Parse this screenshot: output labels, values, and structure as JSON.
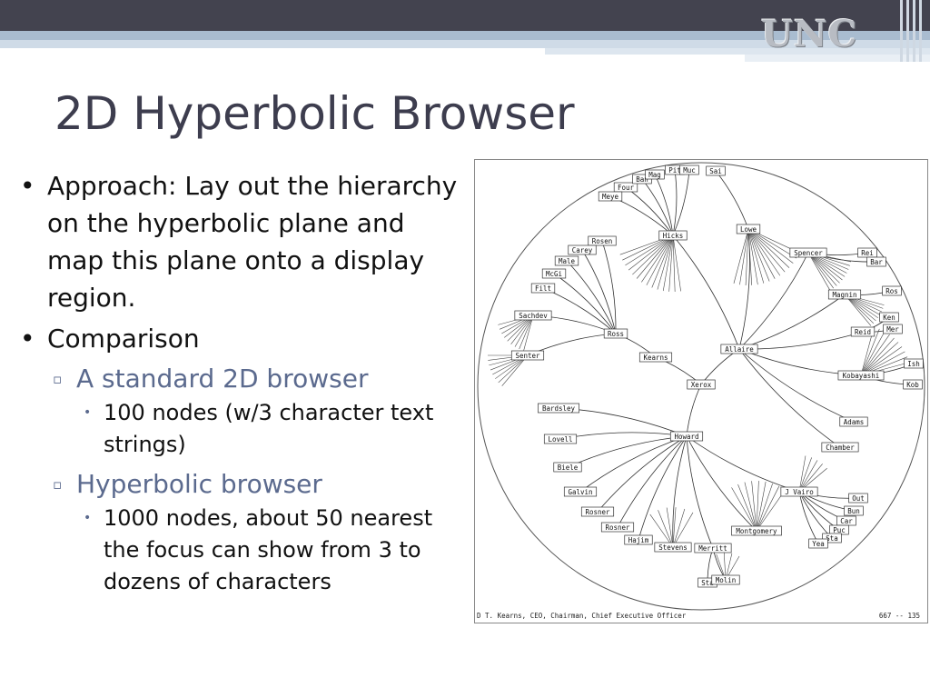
{
  "slide": {
    "logo": "UNC",
    "title": "2D Hyperbolic Browser",
    "bullets": [
      {
        "text": "Approach: Lay out the hierarchy on the hyperbolic plane and map this plane onto a display region."
      },
      {
        "text": "Comparison",
        "sub": [
          {
            "text": "A standard 2D browser",
            "sub": [
              "100 nodes (w/3 character text strings)"
            ]
          },
          {
            "text": "Hyperbolic browser",
            "sub": [
              "1000 nodes, about 50 nearest the focus can show from 3 to dozens of characters"
            ]
          }
        ]
      }
    ]
  },
  "figure": {
    "caption_left": "D T. Kearns, CEO, Chairman, Chief Executive Officer",
    "caption_right": "667 -- 135",
    "nodes": {
      "allaire": "Allaire",
      "xerox": "Xerox",
      "kearns": "Kearns",
      "howard": "Howard",
      "ross": "Ross",
      "hicks": "Hicks",
      "lowe": "Lowe",
      "spencer": "Spencer",
      "magnin": "Magnin",
      "reid": "Reid",
      "kobayashi": "Kobayashi",
      "adams": "Adams",
      "chamber": "Chamber",
      "jvairo": "J Vairo",
      "rosen": "Rosen",
      "carey": "Carey",
      "male": "Male",
      "mcgi": "McGi",
      "filt": "Filt",
      "sachdev": "Sachdev",
      "senter": "Senter",
      "bardsley": "Bardsley",
      "lovell": "Lovell",
      "biele": "Biele",
      "galvin": "Galvin",
      "rosner1": "Rosner",
      "rosner2": "Rosner",
      "hajim": "Hajim",
      "stevens": "Stevens",
      "merritt": "Merritt",
      "sta": "Sta",
      "molin": "Molin",
      "montgomery": "Montgomery",
      "four": "Four",
      "meye": "Meye",
      "ban": "Ban",
      "mag": "Mag",
      "pit": "Pit",
      "muc": "Muc",
      "sai": "Sai",
      "rei": "Rei",
      "bar": "Bar",
      "ros": "Ros",
      "ken": "Ken",
      "mer": "Mer",
      "ish": "Ish",
      "kob": "Kob",
      "out": "Out",
      "bun": "Bun",
      "car": "Car",
      "puc": "Puc",
      "sta2": "Sta",
      "yea": "Yea"
    }
  }
}
